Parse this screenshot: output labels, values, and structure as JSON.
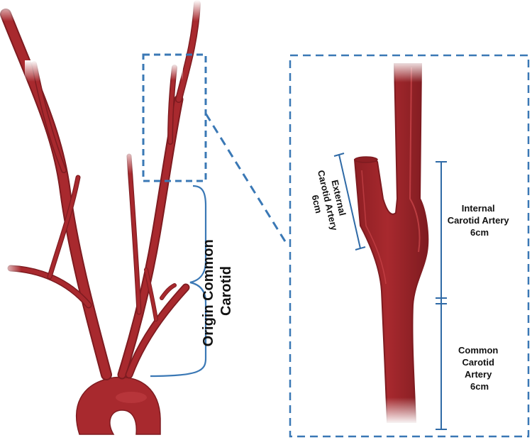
{
  "labels": {
    "origin_line1": "Origin Common",
    "origin_line2": "Carotid",
    "external_line1": "External",
    "external_line2": "Carotid Artery",
    "external_line3": "6cm",
    "internal_line1": "Internal",
    "internal_line2": "Carotid Artery",
    "internal_line3": "6cm",
    "common_line1": "Common",
    "common_line2": "Carotid",
    "common_line3": "Artery",
    "common_line4": "6cm"
  },
  "colors": {
    "artery": "#a8292e",
    "artery_dark": "#7e1b20",
    "artery_light": "#d04a4f",
    "dashed_box": "#3a78b5",
    "bracket": "#3a78b5",
    "scale_bar": "#2f6aa6",
    "text": "#111111"
  }
}
